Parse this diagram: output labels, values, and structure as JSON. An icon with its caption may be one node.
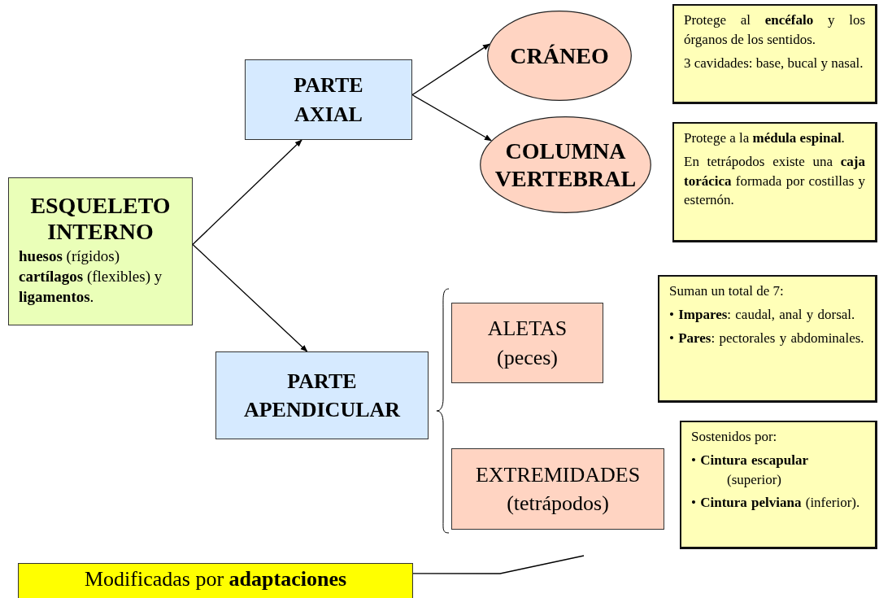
{
  "diagram": {
    "nodes": [
      {
        "text": [
          "ESQUELETO INTERNO",
          "**huesos** (rígidos) **cartílagos** (flexibles) y **ligamentos**."
        ]
      },
      {
        "text": [
          "PARTE AXIAL"
        ]
      },
      {
        "text": [
          "CRÁNEO"
        ]
      },
      {
        "text": [
          "Protege al **encéfalo** y los órganos de los sentidos.",
          "3 cavidades: base, bucal y nasal."
        ]
      },
      {
        "text": [
          "COLUMNA VERTEBRAL"
        ]
      },
      {
        "text": [
          "Protege a la **médula espinal**.",
          "En tetrápodos existe una **caja torácica** formada por costillas y esternón."
        ]
      },
      {
        "text": [
          "PARTE APENDICULAR"
        ]
      },
      {
        "text": [
          "ALETAS (peces)"
        ]
      },
      {
        "text": [
          "Suman un total de 7:",
          "• **Impares**: caudal, anal y dorsal.",
          "• **Pares**: pectorales y abdominales."
        ]
      },
      {
        "text": [
          "EXTREMIDADES (tetrápodos)"
        ]
      },
      {
        "text": [
          "Sostenidos por:",
          "• **Cintura escapular** (superior)",
          "• **Cintura pelviana** (inferior)."
        ]
      },
      {
        "text": [
          "Modificadas por **adaptaciones**"
        ]
      }
    ],
    "edges": [
      {
        "from": 0,
        "to": 1,
        "arrow": "to"
      },
      {
        "from": 0,
        "to": 6,
        "arrow": "to"
      },
      {
        "from": 1,
        "to": 2,
        "arrow": "to"
      },
      {
        "from": 1,
        "to": 4,
        "arrow": "to"
      },
      {
        "from": 11,
        "to": null,
        "arrow": "none"
      }
    ]
  }
}
